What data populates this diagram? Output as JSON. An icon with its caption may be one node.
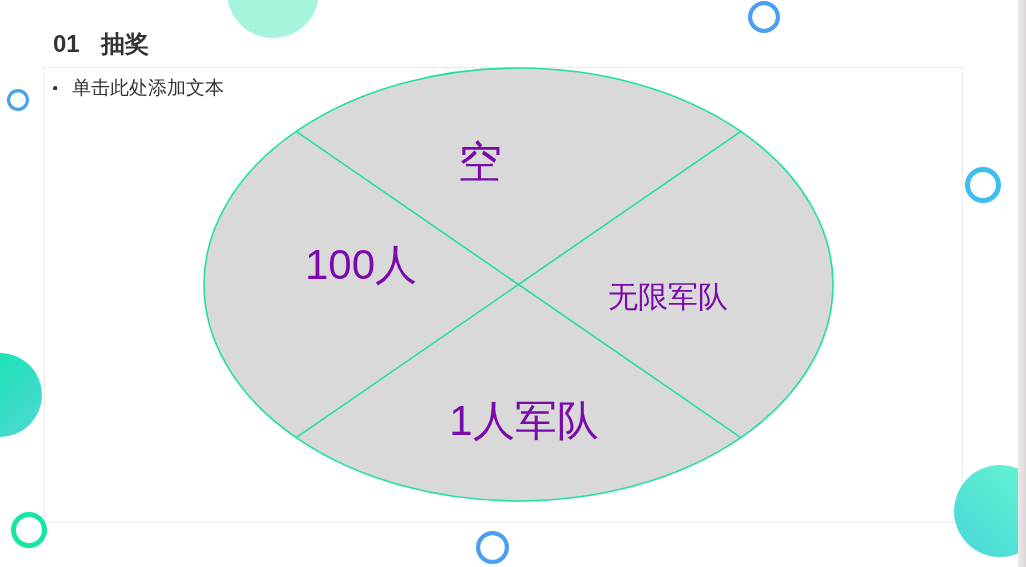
{
  "diagram": {
    "title": "01 抽奖",
    "nodes": [
      {
        "text": [
          "单击此处添加文本"
        ]
      },
      {
        "text": [
          "空",
          "100人",
          "无限军队",
          "1人军队"
        ],
        "in": 0
      }
    ]
  }
}
